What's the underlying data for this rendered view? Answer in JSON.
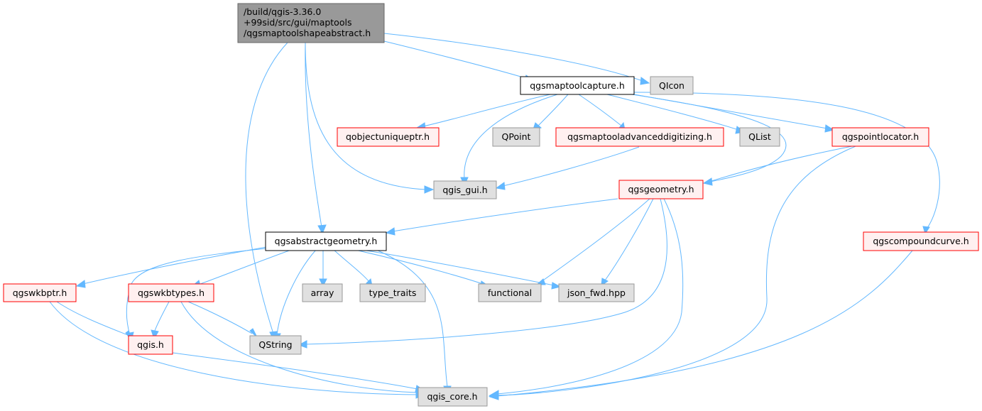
{
  "root": {
    "lines": [
      "/build/qgis-3.36.0",
      "+99sid/src/gui/maptools",
      "/qgsmaptoolshapeabstract.h"
    ]
  },
  "nodes": {
    "qgsmaptoolcapture": "qgsmaptoolcapture.h",
    "qicon": "QIcon",
    "qobjectuniqueptr": "qobjectuniqueptr.h",
    "qpoint": "QPoint",
    "qgsmaptooladvanceddigitizing": "qgsmaptooladvanceddigitizing.h",
    "qlist": "QList",
    "qgspointlocator": "qgspointlocator.h",
    "qgis_gui": "qgis_gui.h",
    "qgsgeometry": "qgsgeometry.h",
    "qgsabstractgeometry": "qgsabstractgeometry.h",
    "qgscompoundcurve": "qgscompoundcurve.h",
    "qgswkbptr": "qgswkbptr.h",
    "qgswkbtypes": "qgswkbtypes.h",
    "array": "array",
    "type_traits": "type_traits",
    "functional": "functional",
    "json_fwd": "json_fwd.hpp",
    "qgis": "qgis.h",
    "qstring": "QString",
    "qgis_core": "qgis_core.h"
  },
  "colors": {
    "edge": "#63b8ff",
    "root_fill": "#999999",
    "documented_border": "#000000",
    "undocumented_border": "#ff0000",
    "undocumented_fill": "#fff0f0",
    "external_fill": "#e0e0e0",
    "external_border": "#999999"
  }
}
